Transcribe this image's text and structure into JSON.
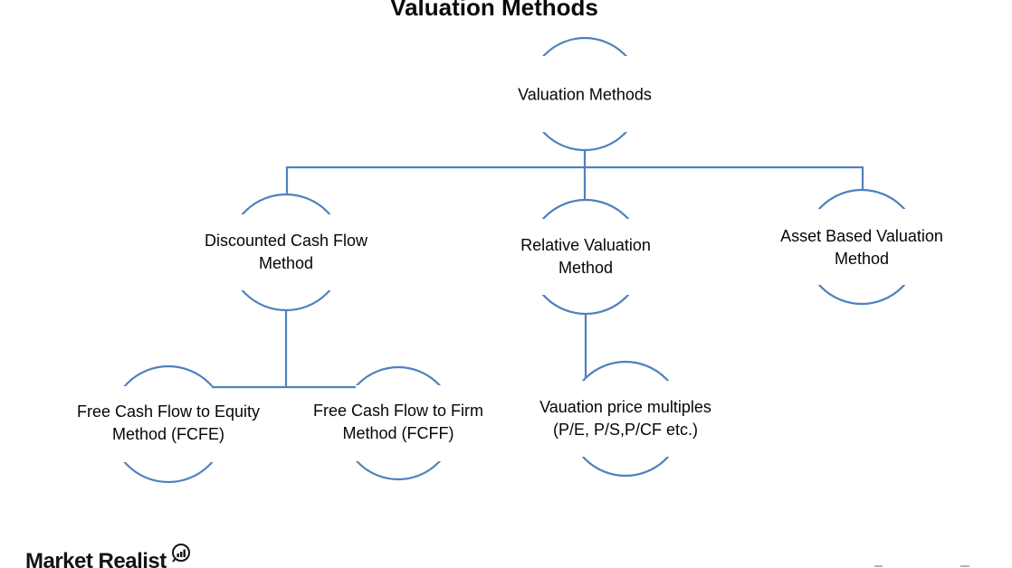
{
  "title": "Valuation Methods",
  "colors": {
    "line": "#4f81bd",
    "text": "#000000",
    "watermark_text": "#141414"
  },
  "nodes": {
    "root": {
      "label": "Valuation Methods"
    },
    "dcf": {
      "line1": "Discounted Cash Flow",
      "line2": "Method"
    },
    "relative": {
      "line1": "Relative Valuation",
      "line2": "Method"
    },
    "asset": {
      "line1": "Asset Based Valuation",
      "line2": "Method"
    },
    "fcfe": {
      "line1": "Free Cash Flow to Equity",
      "line2": "Method (FCFE)"
    },
    "fcff": {
      "line1": "Free Cash Flow to Firm",
      "line2": "Method (FCFF)"
    },
    "multiples": {
      "line1": "Vauation price multiples",
      "line2": "(P/E, P/S,P/CF etc.)"
    }
  },
  "watermark": {
    "text": "Market Realist",
    "icon": "bar-chart-badge-icon"
  }
}
